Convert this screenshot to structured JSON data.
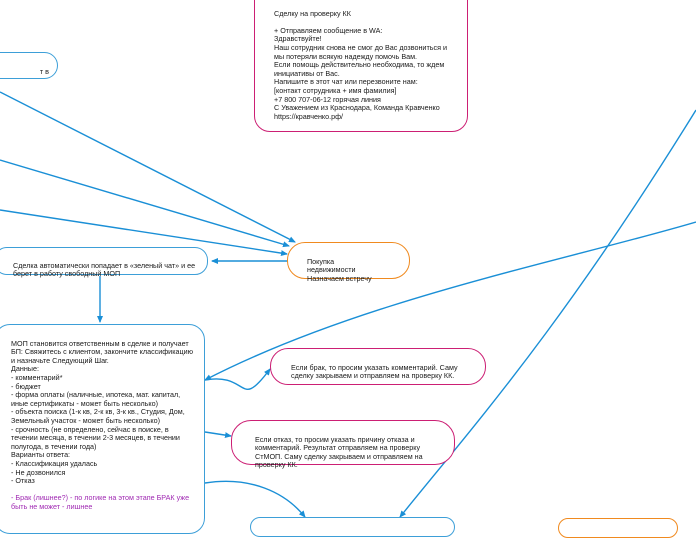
{
  "nodes": {
    "top_message": "Сделку на проверку КК\n\n+ Отправляем сообщение в WA:\nЗдравствуйте!\nНаш сотрудник снова не смог до Вас дозвониться и мы потеряли всякую надежду помочь Вам.\nЕсли помощь действительно необходима, то ждем инициативы от Вас.\nНапишите в этот чат или перезвоните нам:\n[контакт сотрудника + имя фамилия]\n+7 800 707-06-12 горячая линия\nС Уважением из Краснодара, Команда Кравченко\nhttps://кравченко.рф/",
    "left_partial": "т в",
    "auto_green_chat": "Сделка автоматически попадает в «зеленый чат» и ее берет в работу свободный МОП",
    "purchase": "Покупка\nнедвижимости\nНазначаем встречу",
    "mop_instructions": "МОП становится ответственным в сделке и получает БП: Свяжитесь с клиентом, закончите классификацию и назначьте Следующий Шаг.\nДанные:\n- комментарий*\n- бюджет\n- форма оплаты (наличные, ипотека, мат. капитал, иные сертификаты - может быть несколько)\n- объекта поиска (1-к кв, 2-к кв, 3-к кв., Студия, Дом, Земельный участок - может быть несколько)\n- срочность (не определено, сейчас в поиске, в течении месяца, в течении 2-3 месяцев, в течении полугода, в течении года)\nВарианты ответа:\n- Классификация удалась\n- Не дозвонился\n- Отказ",
    "mop_highlight": "- Брак (лишнее?) - по логике на этом этапе БРАК уже быть не может - лишнее",
    "brak_comment": "Если брак, то просим указать комментарий. Саму сделку закрываем и отправляем на проверку КК.",
    "refusal_reason": "Если отказ, то просим указать причину отказа и комментарий. Результат отправляем на проверку СтМОП. Саму сделку закрываем и отправляем на проверку КК."
  },
  "colors": {
    "connector": "#1a8fd6",
    "blue_border": "#3d9fd8",
    "orange_border": "#f08a1f",
    "pink_border": "#cc1f74",
    "highlight_text": "#a02ab3"
  }
}
